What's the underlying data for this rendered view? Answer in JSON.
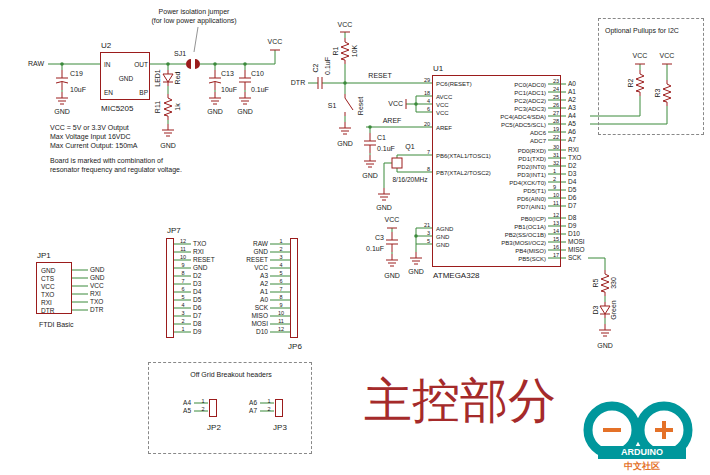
{
  "diagram": {
    "nodes": [
      {
        "text": [
          "U2",
          "IN",
          "OUT",
          "GND",
          "EN",
          "BP",
          "MIC5205"
        ]
      },
      {
        "text": [
          "U1",
          "PC6(RESET)",
          "AVCC",
          "VCC",
          "VCC",
          "AREF",
          "PB6(XTAL1/TOSC1)",
          "PB7(XTAL2/TOSC2)",
          "AGND",
          "GND",
          "GND",
          "PC0(ADC0)",
          "PC1(ADC1)",
          "PC2(ADC2)",
          "PC3(ADC3)",
          "PC4(ADC4/SDA)",
          "PC5(ADC5/SCL)",
          "ADC6",
          "ADC7",
          "PD0(RXD)",
          "PD1(TXD)",
          "PD2(INT0)",
          "PD3(INT1)",
          "PD4(XCK/T0)",
          "PD5(T1)",
          "PD6(AIN0)",
          "PD7(AIN1)",
          "PB0(ICP)",
          "PB1(OC1A)",
          "PB2(SS/OC1B)",
          "PB3(MOSI/OC2)",
          "PB4(MISO)",
          "PB5(SCK)",
          "29",
          "18",
          "4",
          "6",
          "20",
          "7",
          "8",
          "21",
          "3",
          "5",
          "23",
          "24",
          "25",
          "26",
          "27",
          "28",
          "19",
          "22",
          "30",
          "31",
          "32",
          "1",
          "2",
          "9",
          "10",
          "11",
          "12",
          "13",
          "14",
          "15",
          "16",
          "17",
          "ATMEGA328"
        ]
      },
      {
        "text": [
          "Optional Pullups for I2C"
        ]
      },
      {
        "text": [
          "JP1",
          "GND",
          "CTS",
          "VCC",
          "TXO",
          "RXI",
          "DTR",
          "FTDI Basic"
        ]
      },
      {
        "text": [
          "JP7",
          "12",
          "11",
          "10",
          "9",
          "8",
          "7",
          "6",
          "5",
          "4",
          "3",
          "2",
          "1"
        ]
      },
      {
        "text": [
          "1",
          "2",
          "3",
          "4",
          "5",
          "6",
          "7",
          "8",
          "9",
          "10",
          "11",
          "12",
          "JP6"
        ]
      },
      {
        "text": [
          "Off Grid Breakout headers"
        ]
      },
      {
        "text": [
          "1",
          "2",
          "JP2"
        ],
        "in": 6
      },
      {
        "text": [
          "1",
          "2",
          "JP3"
        ],
        "in": 6
      }
    ],
    "labels": [
      "Power isolation jumper",
      "(for low power applications)",
      "SJ1",
      "RAW",
      "C19",
      "10uF",
      "GND",
      "LED1",
      "Red",
      "R11",
      "1k",
      "GND",
      "C13",
      "10uF",
      "GND",
      "C10",
      "0.1uF",
      "GND",
      "VCC",
      "VCC = 5V or 3.3V Output",
      "Max Voltage Input 16VDC",
      "Max Current Output: 150mA",
      "Board is marked with combination of",
      "resonator frequency and regulator voltage.",
      "DTR",
      "C2",
      "0.1uF",
      "VCC",
      "R1",
      "10K",
      "RESET",
      "S1",
      "Reset",
      "GND",
      "VCC",
      "AREF",
      "C1",
      "0.1uF",
      "GND",
      "Q1",
      "8/16/20MHz",
      "GND",
      "VCC",
      "C3",
      "0.1uF",
      "GND",
      "GND",
      "A0",
      "A1",
      "A2",
      "A3",
      "A4",
      "A5",
      "A6",
      "A7",
      "RXI",
      "TXO",
      "D2",
      "D3",
      "D4",
      "D5",
      "D6",
      "D7",
      "D8",
      "D9",
      "D10",
      "MOSI",
      "MISO",
      "SCK",
      "VCC",
      "VCC",
      "R2",
      "R3",
      "R5",
      "330",
      "D3",
      "Green",
      "GND",
      "GND",
      "GND",
      "VCC",
      "RXI",
      "TXO",
      "DTR",
      "TXO",
      "RXI",
      "RESET",
      "GND",
      "D2",
      "D3",
      "D4",
      "D5",
      "D6",
      "D7",
      "D8",
      "D9",
      "RAW",
      "GND",
      "RESET",
      "VCC",
      "A3",
      "A2",
      "A1",
      "A0",
      "SCK",
      "MISO",
      "MOSI",
      "D10",
      "A4",
      "A5",
      "A6",
      "A7",
      "主控部分",
      "ARDUINO",
      "中文社区"
    ]
  }
}
